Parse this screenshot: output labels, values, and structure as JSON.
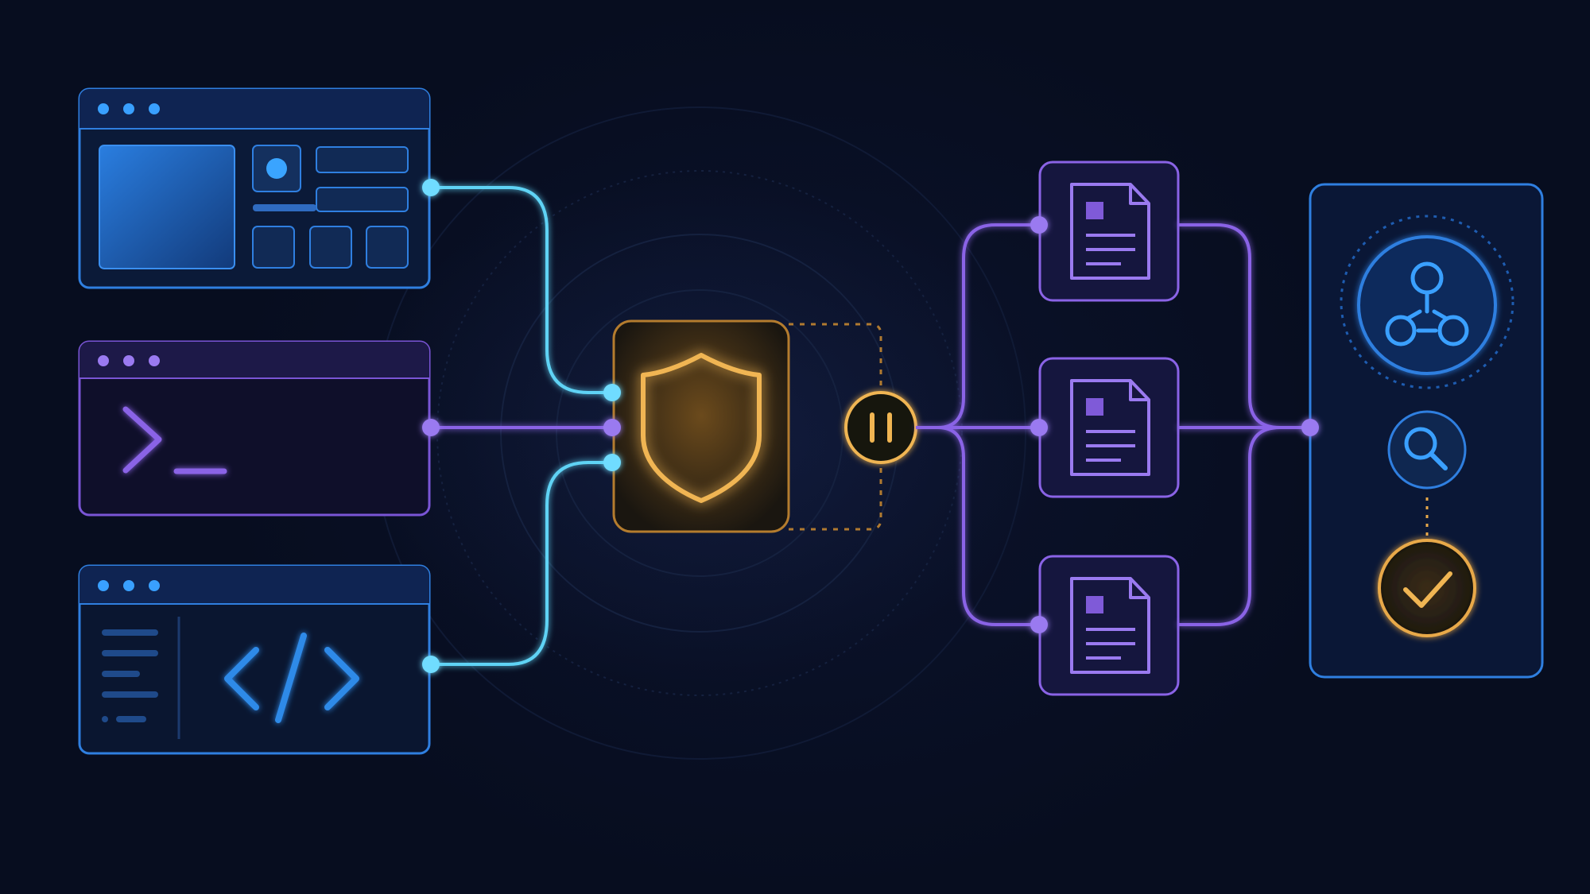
{
  "colors": {
    "background": "#070d1f",
    "blue": "#2f7fe0",
    "cyan": "#5fd3f5",
    "purple": "#8a63e6",
    "orange": "#e8a94a"
  },
  "sources": [
    {
      "name": "browser-window",
      "icon": "browser-layout-icon",
      "accent": "blue"
    },
    {
      "name": "terminal-window",
      "icon": "terminal-prompt-icon",
      "accent": "purple"
    },
    {
      "name": "code-editor-window",
      "icon": "code-brackets-icon",
      "accent": "blue"
    }
  ],
  "gate": {
    "icon": "shield-icon",
    "pause_icon": "pause-icon",
    "accent": "orange"
  },
  "documents": [
    {
      "icon": "document-icon"
    },
    {
      "icon": "document-icon"
    },
    {
      "icon": "document-icon"
    }
  ],
  "review_panel": {
    "icons": [
      "hierarchy-nodes-icon",
      "search-icon",
      "checkmark-icon"
    ]
  }
}
